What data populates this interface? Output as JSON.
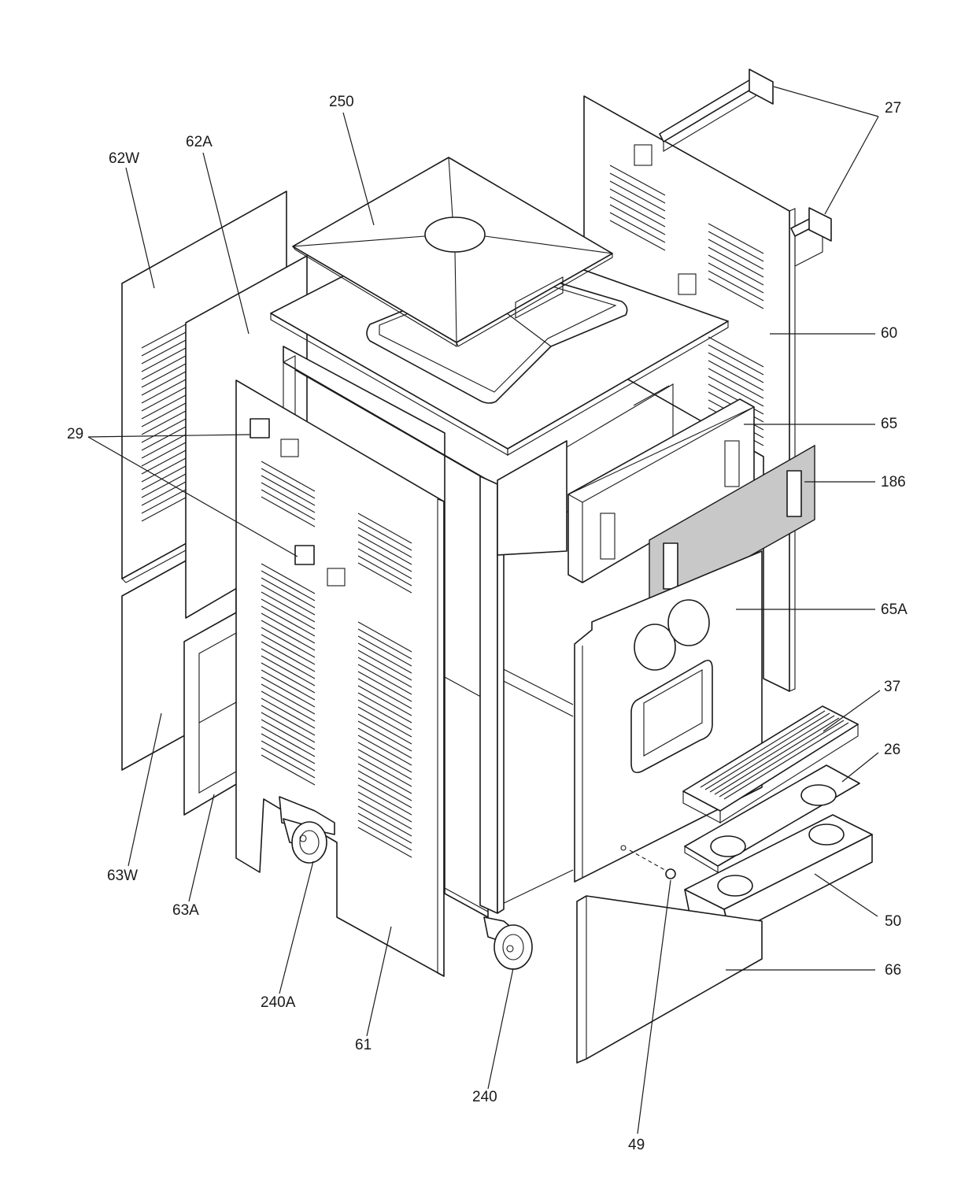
{
  "diagram": {
    "callouts": [
      {
        "id": "27",
        "label": "27"
      },
      {
        "id": "250",
        "label": "250"
      },
      {
        "id": "62W",
        "label": "62W"
      },
      {
        "id": "62A",
        "label": "62A"
      },
      {
        "id": "60",
        "label": "60"
      },
      {
        "id": "29",
        "label": "29"
      },
      {
        "id": "65",
        "label": "65"
      },
      {
        "id": "186",
        "label": "186"
      },
      {
        "id": "65A",
        "label": "65A"
      },
      {
        "id": "37",
        "label": "37"
      },
      {
        "id": "26",
        "label": "26"
      },
      {
        "id": "50",
        "label": "50"
      },
      {
        "id": "66",
        "label": "66"
      },
      {
        "id": "63W",
        "label": "63W"
      },
      {
        "id": "63A",
        "label": "63A"
      },
      {
        "id": "240A",
        "label": "240A"
      },
      {
        "id": "61",
        "label": "61"
      },
      {
        "id": "240",
        "label": "240"
      },
      {
        "id": "49",
        "label": "49"
      }
    ]
  }
}
